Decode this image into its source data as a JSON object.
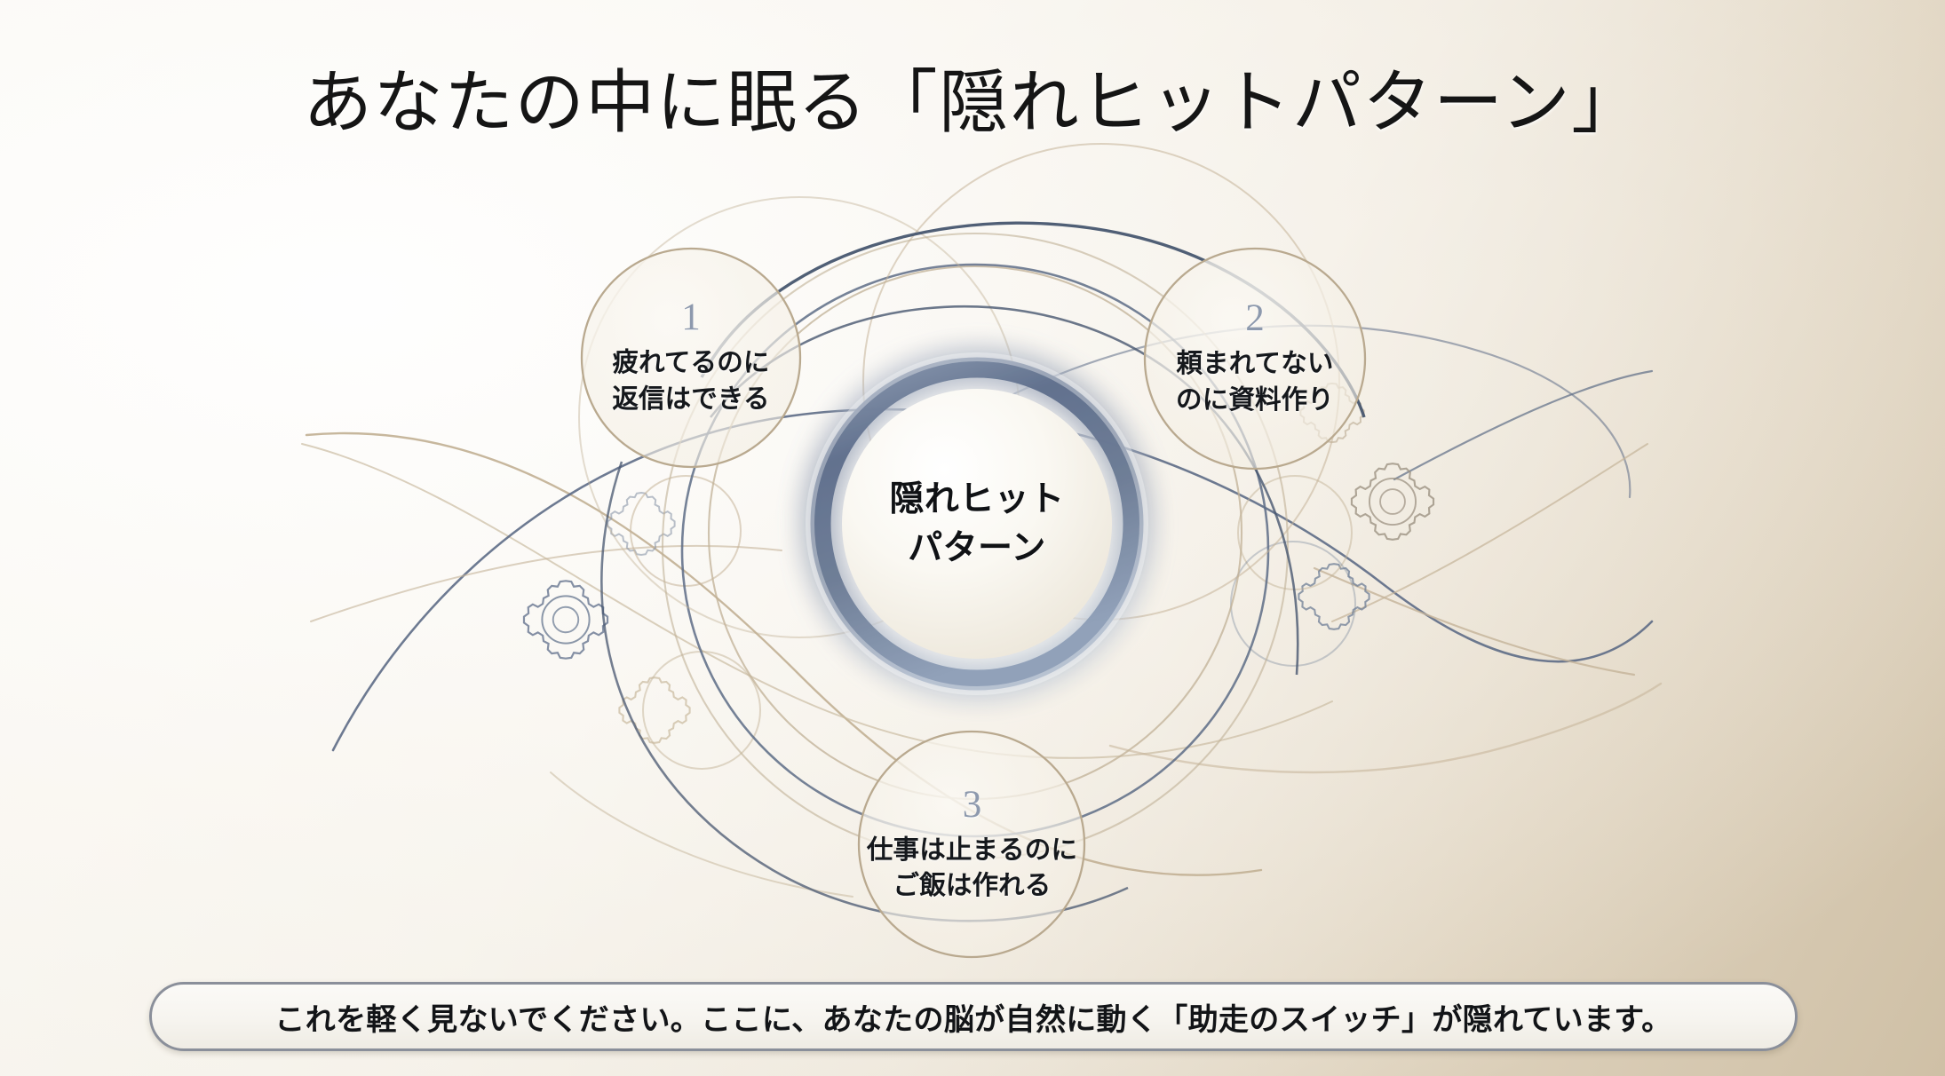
{
  "slide": {
    "title": "あなたの中に眠る「隠れヒットパターン」"
  },
  "hub": {
    "label_line1": "隠れヒット",
    "label_line2": "パターン",
    "ring_color": "#6a7a94",
    "fill_color": "#f7f4ec"
  },
  "nodes": [
    {
      "number": "1",
      "line1": "疲れてるのに",
      "line2": "返信はできる",
      "outline_color": "#b9a98f"
    },
    {
      "number": "2",
      "line1": "頼まれてない",
      "line2": "のに資料作り",
      "outline_color": "#b9a98f"
    },
    {
      "number": "3",
      "line1": "仕事は止まるのに",
      "line2": "ご飯は作れる",
      "outline_color": "#b9a98f"
    }
  ],
  "footer": {
    "text": "これを軽く見ないでください。ここに、あなたの脳が自然に動く「助走のスイッチ」が隠れています。",
    "border_color": "#8a8f9a"
  },
  "decor": {
    "curve_blue": "#5d6c86",
    "curve_tan": "#c4b398",
    "gear_blue": "#6e7d95",
    "gear_tan": "#cbbca2",
    "background_light": "#f7f5f0",
    "background_dark": "#cfc0a6"
  }
}
